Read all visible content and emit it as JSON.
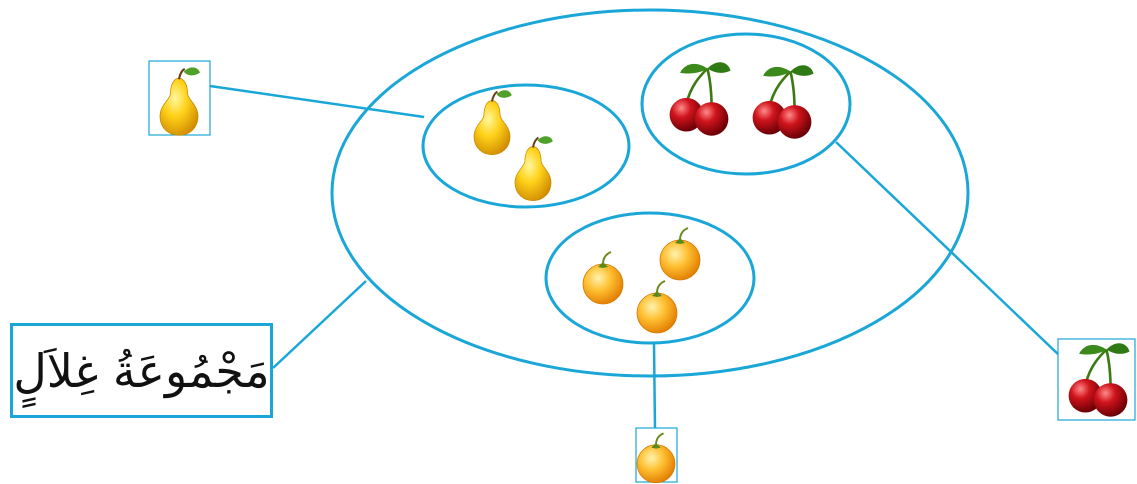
{
  "diagram": {
    "label": "مَجْمُوعَةُ غِلاَلٍ",
    "line_color": "#1aa7d8",
    "subsets": [
      {
        "name": "pears",
        "icon": "pear-icon",
        "count": 2
      },
      {
        "name": "cherries",
        "icon": "cherry-icon",
        "count": 2
      },
      {
        "name": "oranges",
        "icon": "orange-icon",
        "count": 3
      }
    ],
    "elements": [
      {
        "name": "pear",
        "icon": "pear-icon"
      },
      {
        "name": "cherry",
        "icon": "cherry-icon"
      },
      {
        "name": "orange",
        "icon": "orange-icon"
      }
    ]
  }
}
